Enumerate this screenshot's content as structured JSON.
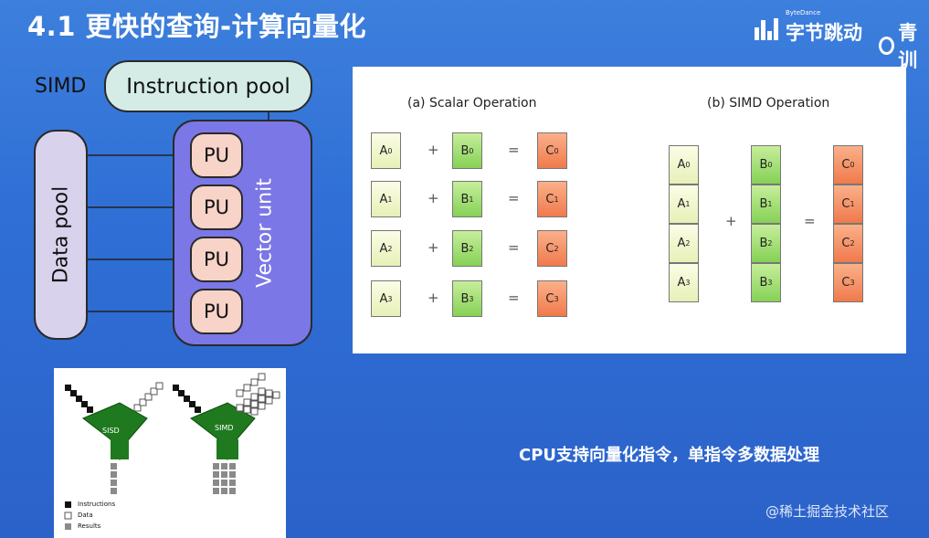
{
  "slide": {
    "title": "4.1 更快的查询-计算向量化",
    "caption": "CPU支持向量化指令，单指令多数据处理",
    "watermark": "@稀土掘金技术社区"
  },
  "brand": {
    "sub": "ByteDance",
    "main": "字节跳动",
    "partner": "青训"
  },
  "diagram": {
    "simd_label": "SIMD",
    "instruction_pool": "Instruction pool",
    "data_pool": "Data pool",
    "vector_unit": "Vector unit",
    "pu_units": [
      "PU",
      "PU",
      "PU",
      "PU"
    ]
  },
  "operations": {
    "scalar_title": "(a) Scalar Operation",
    "simd_title": "(b) SIMD Operation",
    "plus": "+",
    "equals": "=",
    "a": [
      "A",
      "A",
      "A",
      "A"
    ],
    "b": [
      "B",
      "B",
      "B",
      "B"
    ],
    "c": [
      "C",
      "C",
      "C",
      "C"
    ],
    "subs": [
      "0",
      "1",
      "2",
      "3"
    ]
  },
  "sisd_simd": {
    "sisd_label": "SISD",
    "simd_label": "SIMD",
    "legend": [
      "Instructions",
      "Data",
      "Results"
    ]
  },
  "colors": {
    "background": "#2f6fd6",
    "data_pool": "#d9d2ec",
    "instruction_pool": "#d5ece6",
    "vector_unit": "#7b77e6",
    "pu": "#f7d3c8",
    "cell_a": "#e7f0b7",
    "cell_b": "#86d156",
    "cell_c": "#f07a4c",
    "processor": "#1f7a1f"
  }
}
